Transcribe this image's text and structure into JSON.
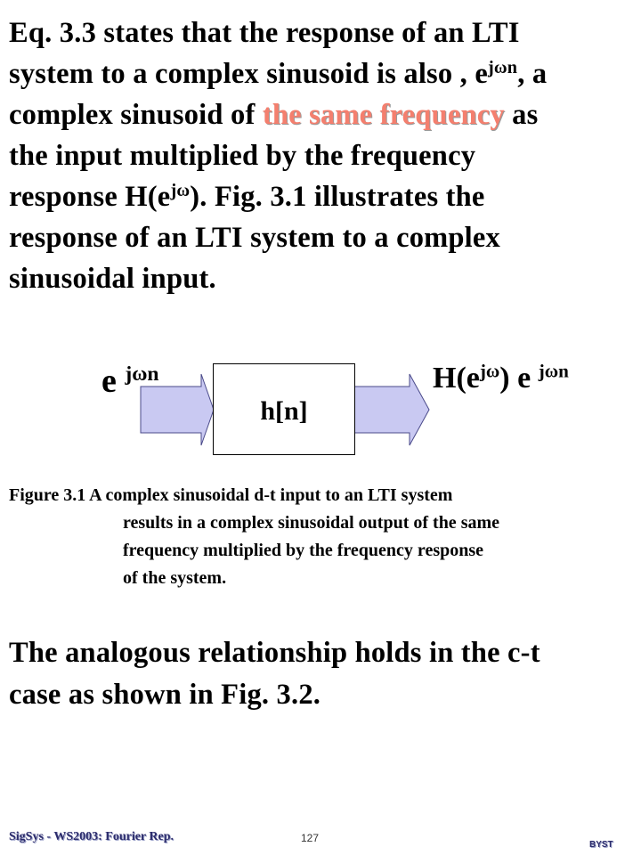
{
  "paragraph": {
    "l1": "Eq. 3.3 states that the response of an LTI",
    "l2_pre": "system to a complex sinusoid is also , ",
    "l2_e": "e",
    "l2_exp": "jωn",
    "l2_post": ", a",
    "l3_pre": "complex sinusoid of ",
    "l3_highlight": "the same frequency",
    "l3_post": " as",
    "l4": "the input multiplied by the frequency",
    "l5_pre": "response H(e",
    "l5_exp": "jω",
    "l5_post": ").  Fig. 3.1 illustrates the",
    "l6": "response of an LTI system to a complex",
    "l7": "sinusoidal input."
  },
  "diagram": {
    "input_base": "e",
    "input_exp": "jωn",
    "system_label": "h[n]",
    "output_h": "H(e",
    "output_h_exp": "jω",
    "output_h_close": ")",
    "output_e": "e",
    "output_exp": "jωn"
  },
  "caption": {
    "l1": "Figure 3.1 A complex sinusoidal d-t input to an LTI system",
    "l2": "results in a complex sinusoidal output of the same",
    "l3": "frequency multiplied by the frequency response",
    "l4": "of the system."
  },
  "closing": {
    "l1": "The analogous relationship holds in the c-t",
    "l2": "case as shown in Fig. 3.2."
  },
  "footer": {
    "left": "SigSys - WS2003: Fourier Rep.",
    "page_number": "127",
    "right": "BYST"
  },
  "colors": {
    "highlight": "#f47f6e",
    "arrow_fill": "#c9c9f2",
    "footer_text": "#2b2b6b"
  }
}
